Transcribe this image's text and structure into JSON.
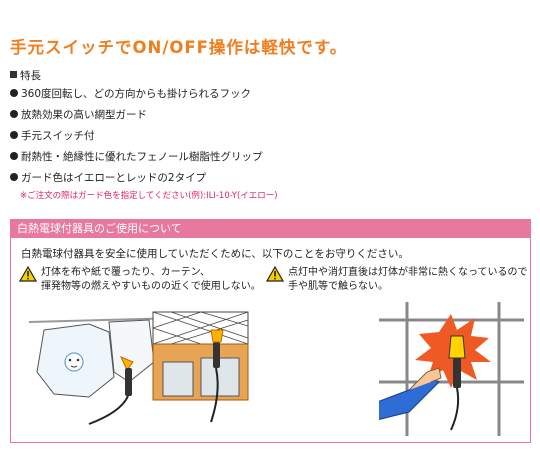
{
  "headline": "手元スイッチでON/OFF操作は軽快です。",
  "features": {
    "section_label": "特長",
    "items": [
      "360度回転し、どの方向からも掛けられるフック",
      "放熱効果の高い網型ガード",
      "手元スイッチ付",
      "耐熱性・絶縁性に優れたフェノール樹脂性グリップ",
      "ガード色はイエローとレッドの2タイプ"
    ],
    "order_note": "※ご注文の際はガード色を指定してください(例):ILI-10-Y(イエロー)"
  },
  "caution": {
    "header": "白熱電球付器具のご使用について",
    "intro": "白熱電球付器具を安全に使用していただくために、以下のことをお守りください。",
    "warnings": [
      {
        "line1": "灯体を布や紙で覆ったり、カーテン、",
        "line2": "揮発物等の燃えやすいものの近くで使用しない。"
      },
      {
        "line1": "点灯中や消灯直後は灯体が非常に熱くなっているので",
        "line2": "手や肌等で触らない。"
      }
    ],
    "icon": "warning-triangle-icon",
    "colors": {
      "accent": "#f07e1f",
      "header_bg": "#e8799e",
      "note": "#e0245e",
      "warning": "#f5d000"
    }
  }
}
